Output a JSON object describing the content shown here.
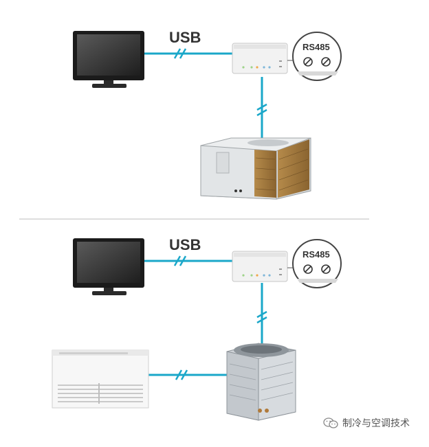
{
  "labels": {
    "usb_top": "USB",
    "usb_bottom": "USB",
    "rs485_top": "RS485",
    "rs485_bottom": "RS485"
  },
  "watermark": {
    "text": "制冷与空调技术",
    "icon": "wechat-icon"
  },
  "colors": {
    "cable": "#1aa7c9",
    "monitor_frame": "#1b1b1b",
    "screen": "#3a3a3a",
    "gateway_body": "#f2f2f2",
    "divider": "#bbbbbb"
  },
  "icons": {
    "computer": "monitor-icon",
    "gateway": "gateway-module-icon",
    "terminal": "screw-terminal-icon",
    "rooftop_unit": "rooftop-ac-unit",
    "indoor_unit": "ceiling-floor-ac-unit",
    "outdoor_unit": "condensing-unit"
  }
}
